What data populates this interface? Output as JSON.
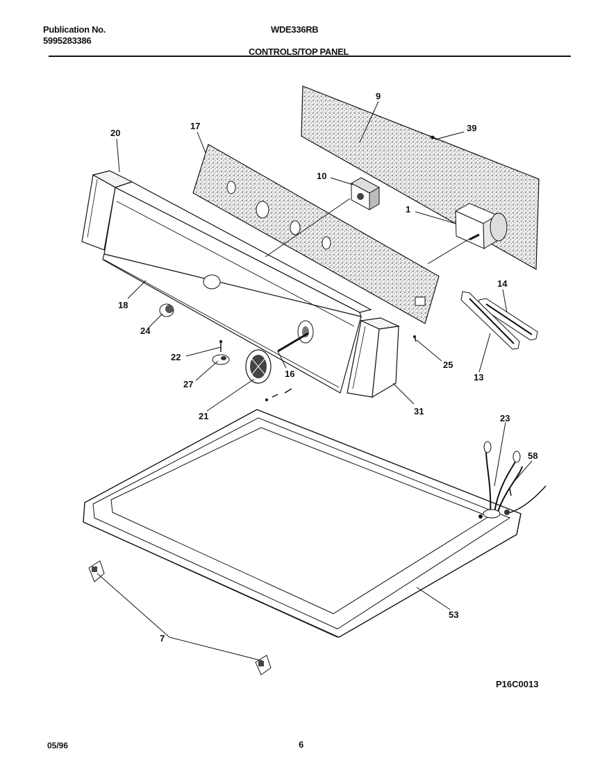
{
  "header": {
    "publication_label": "Publication No.",
    "publication_number": "5995283386",
    "model": "WDE336RB",
    "section_title": "CONTROLS/TOP PANEL"
  },
  "callouts": [
    "9",
    "39",
    "17",
    "20",
    "10",
    "1",
    "18",
    "14",
    "24",
    "22",
    "25",
    "27",
    "16",
    "13",
    "21",
    "31",
    "23",
    "58",
    "53",
    "7"
  ],
  "footer": {
    "figure_code": "P16C0013",
    "date": "05/96",
    "page": "6"
  }
}
